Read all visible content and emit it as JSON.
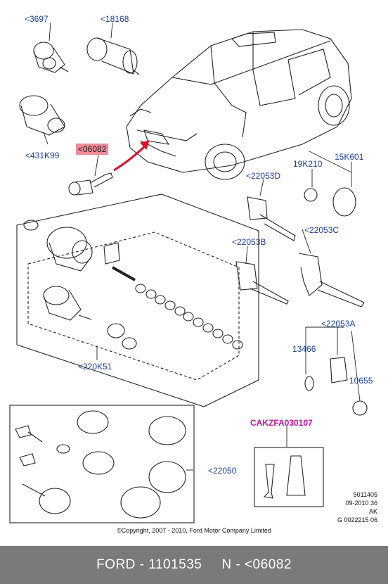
{
  "labels": {
    "p3697": "<3697",
    "p18168": "<18168",
    "p431k99": "<431K99",
    "p06082": "<06082",
    "p22053d": "<22053D",
    "p19k210": "19K210",
    "p15k601": "15K601",
    "p22053c": "<22053C",
    "p22053b": "<22053B",
    "p22053a": "<22053A",
    "p13466": "13466",
    "p10655": "10655",
    "p220k51": "<220K51",
    "p22050": "<22050",
    "cakz": "CAKZFA030107"
  },
  "reference": {
    "line1": "5011405",
    "line2": "09-2010 36",
    "line3": "AK",
    "line4": "G 0022215 06"
  },
  "copyright": "©Copyright, 2007 - 2010, Ford Motor Company Limited",
  "footer": {
    "part": "FORD - 1101535",
    "number": "N - <06082"
  },
  "colors": {
    "highlight": "#f08a98",
    "arrow": "#e0102a",
    "label": "#1a3f9a",
    "kit_label": "#c0129e",
    "footer_bg": "#7a7a7a"
  }
}
